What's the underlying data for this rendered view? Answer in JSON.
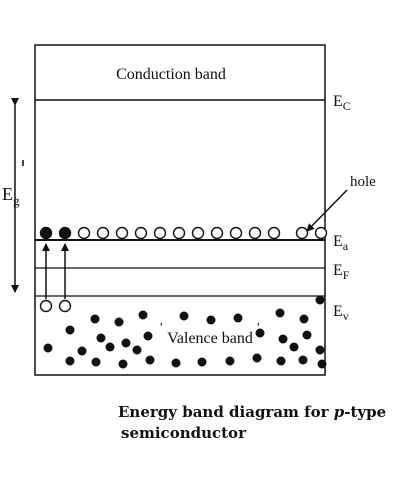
{
  "labels": {
    "conduction_band": "Conduction band",
    "valence_band": "Valence band",
    "hole": "hole",
    "ec_main": "E",
    "ec_sub": "C",
    "eg_main": "E",
    "eg_sub": "g",
    "ea_main": "E",
    "ea_sub": "a",
    "ef_main": "E",
    "ef_sub": "F",
    "ev_main": "E",
    "ev_sub": "v"
  },
  "caption": {
    "line1_prefix": "Energy band diagram for ",
    "line1_italic": "p",
    "line1_suffix": "-type",
    "line2": "semiconductor"
  },
  "acceptor_level": {
    "filled_count": 2,
    "empty_count": 13
  },
  "valence_band": {
    "holes_count": 2,
    "electrons_count": 33
  }
}
